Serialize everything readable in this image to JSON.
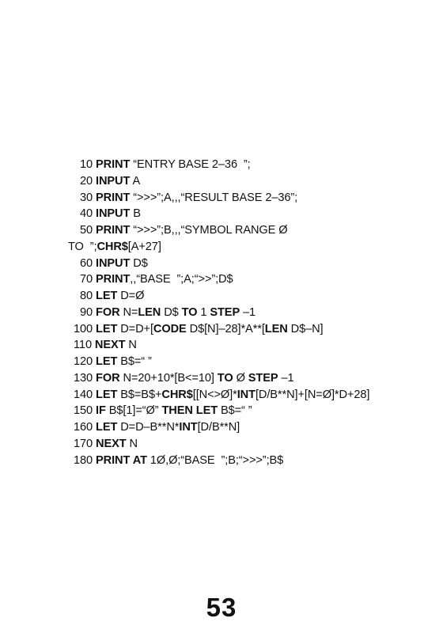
{
  "listing": {
    "lines": [
      [
        {
          "t": "10 "
        },
        {
          "t": "PRINT",
          "b": true
        },
        {
          "t": " “ENTRY BASE 2–36  ”;"
        }
      ],
      [
        {
          "t": "20 "
        },
        {
          "t": "INPUT",
          "b": true
        },
        {
          "t": " A"
        }
      ],
      [
        {
          "t": "30 "
        },
        {
          "t": "PRINT",
          "b": true
        },
        {
          "t": " “>>>”;A,,,“RESULT BASE 2–36”;"
        }
      ],
      [
        {
          "t": "40 "
        },
        {
          "t": "INPUT",
          "b": true
        },
        {
          "t": " B"
        }
      ],
      [
        {
          "t": "50 "
        },
        {
          "t": "PRINT",
          "b": true
        },
        {
          "t": " “>>>”;B,,,“SYMBOL RANGE Ø"
        }
      ],
      [
        {
          "t": "TO  ”;"
        },
        {
          "t": "CHR$",
          "b": true
        },
        {
          "t": "[A+27]"
        }
      ],
      [
        {
          "t": "60 "
        },
        {
          "t": "INPUT",
          "b": true
        },
        {
          "t": " D$"
        }
      ],
      [
        {
          "t": "70 "
        },
        {
          "t": "PRINT",
          "b": true
        },
        {
          "t": ",,“BASE  ”;A;“>>”;D$"
        }
      ],
      [
        {
          "t": "80 "
        },
        {
          "t": "LET",
          "b": true
        },
        {
          "t": " D=Ø"
        }
      ],
      [
        {
          "t": "90 "
        },
        {
          "t": "FOR",
          "b": true
        },
        {
          "t": " N="
        },
        {
          "t": "LEN",
          "b": true
        },
        {
          "t": " D$ "
        },
        {
          "t": "TO",
          "b": true
        },
        {
          "t": " 1 "
        },
        {
          "t": "STEP",
          "b": true
        },
        {
          "t": " –1"
        }
      ],
      [
        {
          "t": "100 "
        },
        {
          "t": "LET",
          "b": true
        },
        {
          "t": " D=D+["
        },
        {
          "t": "CODE",
          "b": true
        },
        {
          "t": " D$[N]–28]*A**["
        },
        {
          "t": "LEN",
          "b": true
        },
        {
          "t": " D$–N]"
        }
      ],
      [
        {
          "t": "110 "
        },
        {
          "t": "NEXT",
          "b": true
        },
        {
          "t": " N"
        }
      ],
      [
        {
          "t": "120 "
        },
        {
          "t": "LET",
          "b": true
        },
        {
          "t": " B$=“ ”"
        }
      ],
      [
        {
          "t": "130 "
        },
        {
          "t": "FOR",
          "b": true
        },
        {
          "t": " N=20+10*[B<=10] "
        },
        {
          "t": "TO",
          "b": true
        },
        {
          "t": " Ø "
        },
        {
          "t": "STEP",
          "b": true
        },
        {
          "t": " –1"
        }
      ],
      [
        {
          "t": "140 "
        },
        {
          "t": "LET",
          "b": true
        },
        {
          "t": " B$=B$+"
        },
        {
          "t": "CHR$",
          "b": true
        },
        {
          "t": "[[N<>Ø]*"
        },
        {
          "t": "INT",
          "b": true
        },
        {
          "t": "[D/B**N]+[N=Ø]*D+28]"
        }
      ],
      [
        {
          "t": "150 "
        },
        {
          "t": "IF",
          "b": true
        },
        {
          "t": " B$[1]=“Ø” "
        },
        {
          "t": "THEN LET",
          "b": true
        },
        {
          "t": " B$=“ ”"
        }
      ],
      [
        {
          "t": "160 "
        },
        {
          "t": "LET",
          "b": true
        },
        {
          "t": " D=D–B**N*"
        },
        {
          "t": "INT",
          "b": true
        },
        {
          "t": "[D/B**N]"
        }
      ],
      [
        {
          "t": "170 "
        },
        {
          "t": "NEXT",
          "b": true
        },
        {
          "t": " N"
        }
      ],
      [
        {
          "t": "180 "
        },
        {
          "t": "PRINT AT",
          "b": true
        },
        {
          "t": " 1Ø,Ø;“BASE  ”;B;“>>>”;B$"
        }
      ]
    ]
  },
  "page_number": "53"
}
